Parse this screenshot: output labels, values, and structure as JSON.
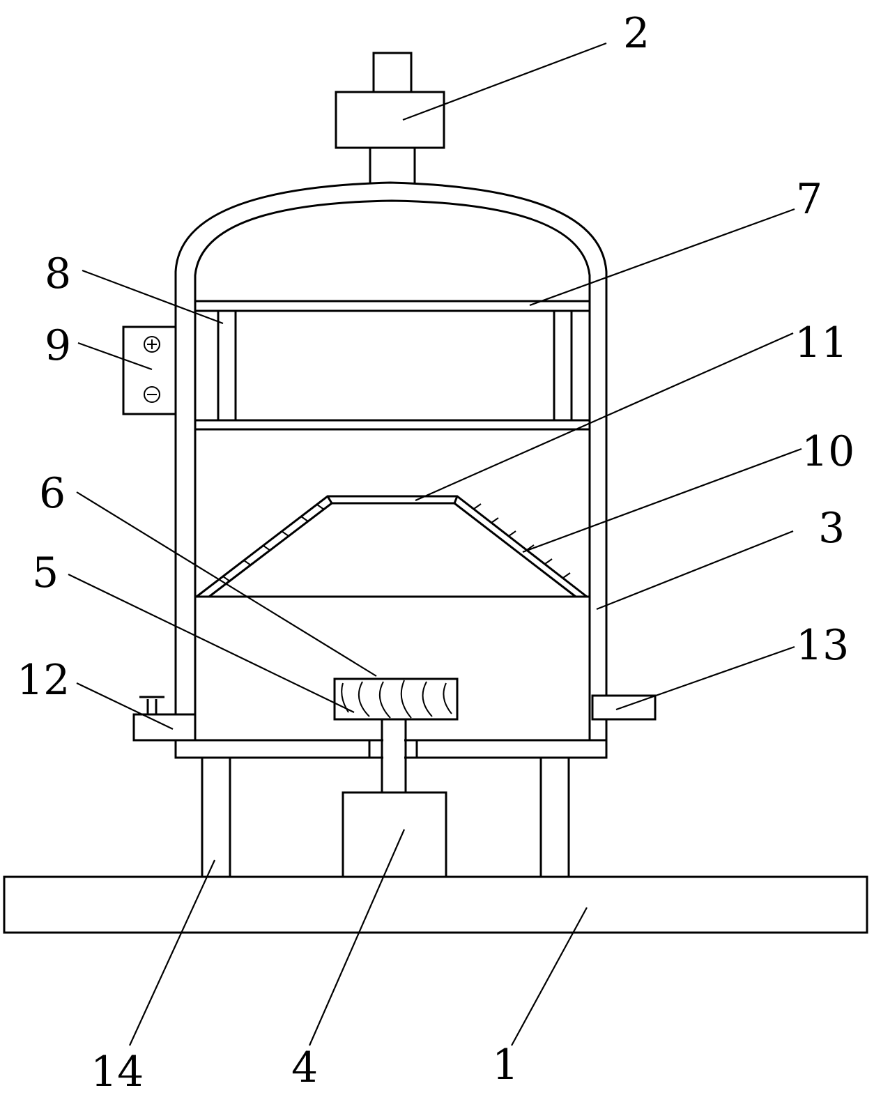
{
  "labels": {
    "l1": "1",
    "l2": "2",
    "l3": "3",
    "l4": "4",
    "l5": "5",
    "l6": "6",
    "l7": "7",
    "l8": "8",
    "l9": "9",
    "l10": "10",
    "l11": "11",
    "l12": "12",
    "l13": "13",
    "l14": "14"
  },
  "icons": {
    "plus_button": "plus-circle-icon",
    "minus_button": "minus-circle-icon"
  }
}
